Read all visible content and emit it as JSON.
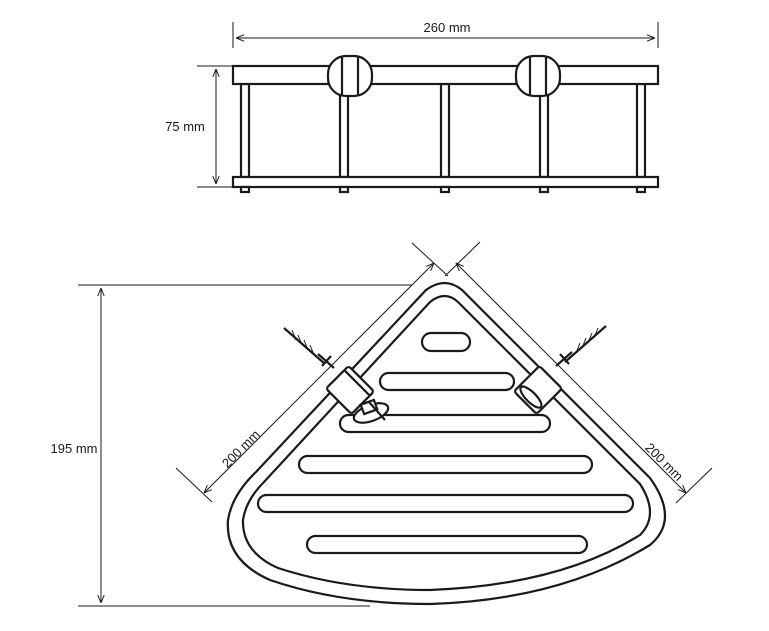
{
  "dimensions": {
    "width": "260 mm",
    "height": "75 mm",
    "depth": "195 mm",
    "side_left": "200 mm",
    "side_right": "200 mm"
  },
  "watermark": ""
}
